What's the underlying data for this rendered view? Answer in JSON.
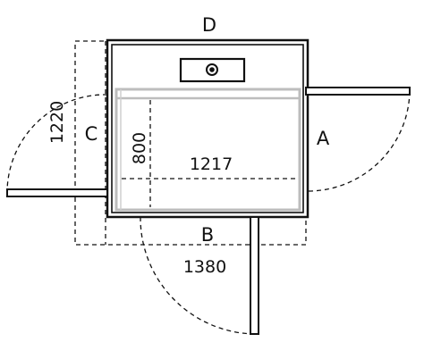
{
  "diagram": {
    "labels": {
      "side_a": "A",
      "side_b": "B",
      "side_c": "C",
      "side_d": "D"
    },
    "dimensions": {
      "outer_width": "1380",
      "outer_depth": "1220",
      "platform_width": "1217",
      "platform_depth": "800"
    },
    "colors": {
      "wall": "#111111",
      "platform": "#bdbdbd",
      "background": "#ffffff"
    },
    "icons": {
      "control_panel": "control-panel-icon"
    }
  }
}
